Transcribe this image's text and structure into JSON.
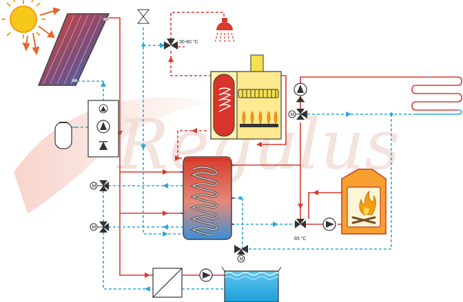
{
  "diagram": {
    "watermark": "Regulus",
    "boiler_setpoint_label": "30-60 °C",
    "mixing_valve_label": "65 °C",
    "motor_label": "M"
  },
  "colors": {
    "hot": "#d93a2f",
    "cold": "#2ba6de",
    "pipe_dark": "#333333",
    "pool_water": "#2fb2e6",
    "boiler_body": "#fde98f",
    "fireplace": "#f7a030",
    "sun": "#f7c81c",
    "collector": "#c0392b",
    "watermark": "#f4d8cf"
  }
}
